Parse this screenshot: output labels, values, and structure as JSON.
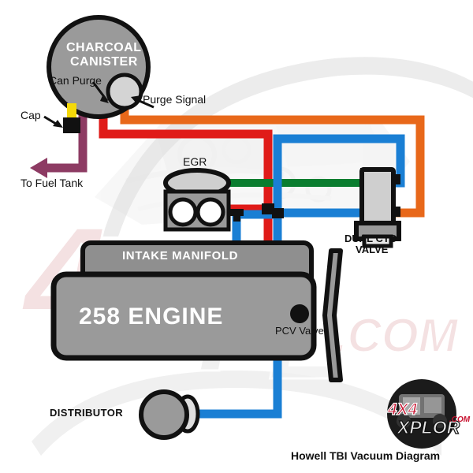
{
  "diagram": {
    "caption": "Howell TBI Vacuum Diagram",
    "background_watermarks": {
      "big_4x4": "4X4",
      "com": ".COM",
      "engine_photo": "engine-photo-watermark"
    },
    "logo": {
      "line1": "4X4",
      "line2": "XPLOR",
      "line3": ".COM"
    },
    "components": [
      {
        "id": "charcoal-canister",
        "label_line1": "CHARCOAL",
        "label_line2": "CANISTER",
        "type": "circle"
      },
      {
        "id": "egr",
        "label": "EGR",
        "type": "valve"
      },
      {
        "id": "intake-manifold",
        "label": "INTAKE MANIFOLD",
        "type": "block"
      },
      {
        "id": "engine",
        "label": "258 ENGINE",
        "type": "block"
      },
      {
        "id": "dual-cto-valve",
        "label_line1": "DUAL CTO",
        "label_line2": "VALVE",
        "type": "valve"
      },
      {
        "id": "distributor",
        "label": "DISTRIBUTOR",
        "type": "circle"
      },
      {
        "id": "pcv-valve",
        "label": "PCV Valve",
        "type": "port"
      }
    ],
    "callouts": [
      {
        "id": "can-purge",
        "label": "Can Purge"
      },
      {
        "id": "purge-signal",
        "label": "Purge Signal"
      },
      {
        "id": "cap",
        "label": "Cap"
      },
      {
        "id": "to-fuel-tank",
        "label": "To Fuel Tank"
      }
    ],
    "hoses": [
      {
        "id": "fuel-tank-line",
        "color": "#8d3b63",
        "from": "charcoal-canister",
        "to": "to-fuel-tank"
      },
      {
        "id": "can-purge-line",
        "color": "#e01b18",
        "from": "charcoal-canister",
        "to": "pcv-valve"
      },
      {
        "id": "purge-signal-line",
        "color": "#e8681a",
        "from": "charcoal-canister",
        "to": "dual-cto-valve"
      },
      {
        "id": "egr-signal-line",
        "color": "#0a7d2f",
        "from": "egr",
        "to": "dual-cto-valve"
      },
      {
        "id": "distributor-vacuum-line",
        "color": "#1a7fd4",
        "from": "dual-cto-valve",
        "to": "distributor"
      },
      {
        "id": "cap-port",
        "color": "#f5d908",
        "from": "charcoal-canister",
        "to": "cap"
      }
    ],
    "colors": {
      "red": "#e01b18",
      "orange": "#e8681a",
      "green": "#0a7d2f",
      "blue": "#1a7fd4",
      "purple": "#8d3b63",
      "yellow": "#f5d908",
      "black": "#111111",
      "body_gray": "#9a9a9a",
      "light_gray": "#cfcfcf",
      "watermark_pink": "#f3dcdd",
      "watermark_gray": "#e9e9e9"
    }
  }
}
